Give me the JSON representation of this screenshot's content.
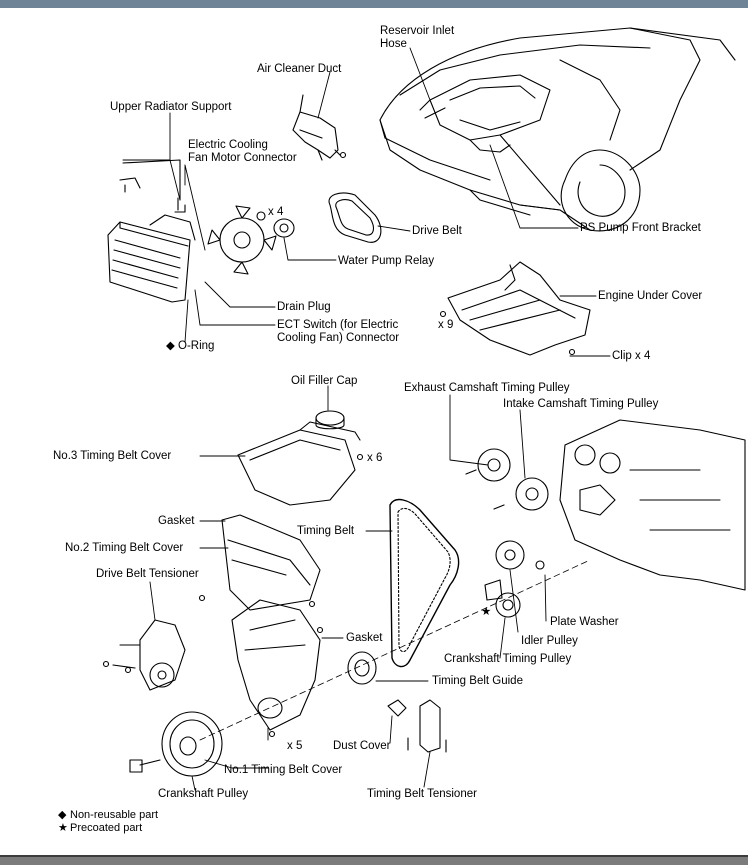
{
  "labels": {
    "reservoir_inlet_hose_1": "Reservoir Inlet",
    "reservoir_inlet_hose_2": "Hose",
    "air_cleaner_duct": "Air Cleaner Duct",
    "upper_radiator_support": "Upper Radiator Support",
    "fan_motor_connector_1": "Electric Cooling",
    "fan_motor_connector_2": "Fan Motor Connector",
    "ps_pump_front_bracket": "PS Pump Front Bracket",
    "x4_fan": "x 4",
    "drive_belt": "Drive Belt",
    "water_pump_relay": "Water Pump Relay",
    "engine_under_cover": "Engine Under Cover",
    "x9": "x 9",
    "drain_plug": "Drain Plug",
    "ect_switch_1": "ECT Switch (for Electric",
    "ect_switch_2": "Cooling Fan) Connector",
    "o_ring": "O-Ring",
    "clip_x4": "Clip x 4",
    "oil_filler_cap": "Oil Filler Cap",
    "exhaust_camshaft_pulley": "Exhaust Camshaft Timing Pulley",
    "intake_camshaft_pulley": "Intake Camshaft Timing Pulley",
    "no3_timing_belt_cover": "No.3 Timing Belt Cover",
    "x6": "x 6",
    "gasket_top": "Gasket",
    "timing_belt": "Timing Belt",
    "no2_timing_belt_cover": "No.2 Timing Belt Cover",
    "drive_belt_tensioner": "Drive Belt Tensioner",
    "plate_washer": "Plate Washer",
    "gasket_mid": "Gasket",
    "idler_pulley": "Idler Pulley",
    "crankshaft_timing_pulley": "Crankshaft Timing Pulley",
    "timing_belt_guide": "Timing Belt Guide",
    "x5": "x 5",
    "dust_cover": "Dust Cover",
    "no1_timing_belt_cover": "No.1 Timing Belt Cover",
    "crankshaft_pulley": "Crankshaft Pulley",
    "timing_belt_tensioner": "Timing Belt Tensioner"
  },
  "legend": {
    "non_reusable_symbol": "◆",
    "non_reusable": "Non-reusable part",
    "precoated_symbol": "★",
    "precoated": "Precoated part"
  },
  "colors": {
    "top_bar": "#6f8497",
    "bottom_bar": "#7c7c7c",
    "line": "#000000"
  }
}
